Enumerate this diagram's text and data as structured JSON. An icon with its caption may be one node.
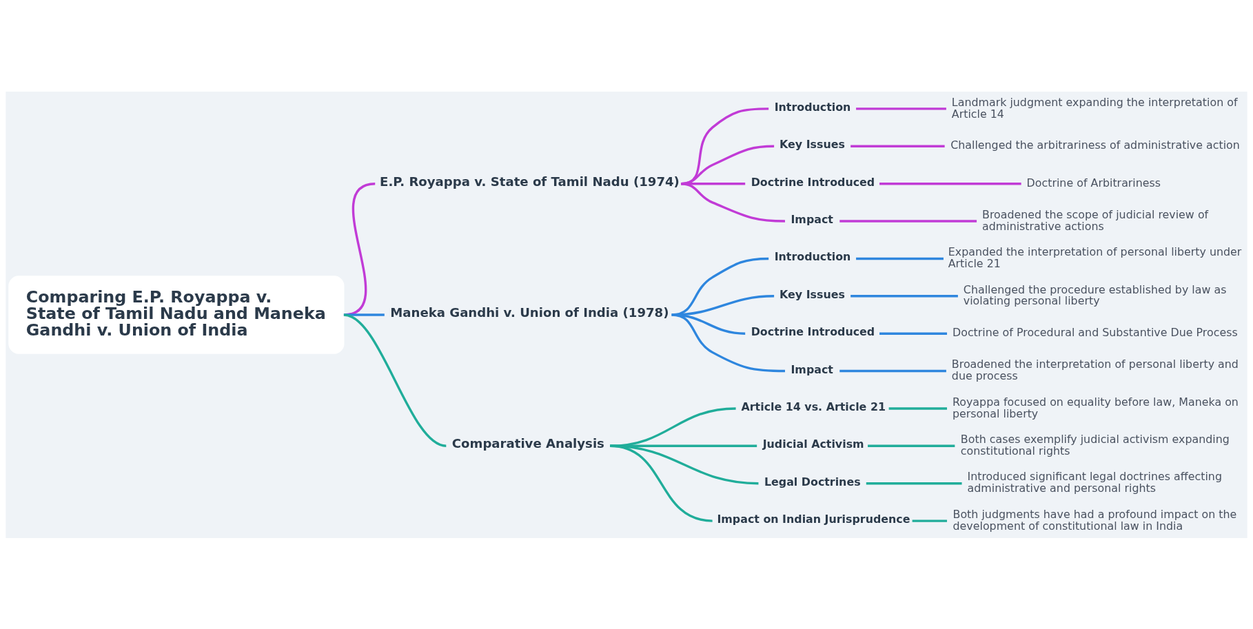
{
  "diagram": {
    "nodes": [
      {
        "text": [
          "Comparing E.P. Royappa v. State of Tamil Nadu and Maneka Gandhi v. Union of India"
        ]
      },
      {
        "text": [
          "E.P. Royappa v. State of Tamil Nadu (1974)"
        ]
      },
      {
        "text": [
          "Introduction"
        ]
      },
      {
        "text": [
          "Landmark judgment expanding the interpretation of Article 14"
        ]
      },
      {
        "text": [
          "Key Issues"
        ]
      },
      {
        "text": [
          "Challenged the arbitrariness of administrative action"
        ]
      },
      {
        "text": [
          "Doctrine Introduced"
        ]
      },
      {
        "text": [
          "Doctrine of Arbitrariness"
        ]
      },
      {
        "text": [
          "Impact"
        ]
      },
      {
        "text": [
          "Broadened the scope of judicial review of administrative actions"
        ]
      },
      {
        "text": [
          "Maneka Gandhi v. Union of India (1978)"
        ]
      },
      {
        "text": [
          "Introduction"
        ]
      },
      {
        "text": [
          "Expanded the interpretation of personal liberty under Article 21"
        ]
      },
      {
        "text": [
          "Key Issues"
        ]
      },
      {
        "text": [
          "Challenged the procedure established by law as violating personal liberty"
        ]
      },
      {
        "text": [
          "Doctrine Introduced"
        ]
      },
      {
        "text": [
          "Doctrine of Procedural and Substantive Due Process"
        ]
      },
      {
        "text": [
          "Impact"
        ]
      },
      {
        "text": [
          "Broadened the interpretation of personal liberty and due process"
        ]
      },
      {
        "text": [
          "Comparative Analysis"
        ]
      },
      {
        "text": [
          "Article 14 vs. Article 21"
        ]
      },
      {
        "text": [
          "Royappa focused on equality before law, Maneka on personal liberty"
        ]
      },
      {
        "text": [
          "Judicial Activism"
        ]
      },
      {
        "text": [
          "Both cases exemplify judicial activism expanding constitutional rights"
        ]
      },
      {
        "text": [
          "Legal Doctrines"
        ]
      },
      {
        "text": [
          "Introduced significant legal doctrines affecting administrative and personal rights"
        ]
      },
      {
        "text": [
          "Impact on Indian Jurisprudence"
        ]
      },
      {
        "text": [
          "Both judgments have had a profound impact on the development of constitutional law in India"
        ]
      }
    ],
    "edges": [
      {
        "from": 0,
        "to": 1,
        "arrow": "none",
        "color": "#c13bd6"
      },
      {
        "from": 1,
        "to": 2,
        "arrow": "none",
        "color": "#c13bd6"
      },
      {
        "from": 2,
        "to": 3,
        "arrow": "none",
        "color": "#c13bd6"
      },
      {
        "from": 1,
        "to": 4,
        "arrow": "none",
        "color": "#c13bd6"
      },
      {
        "from": 4,
        "to": 5,
        "arrow": "none",
        "color": "#c13bd6"
      },
      {
        "from": 1,
        "to": 6,
        "arrow": "none",
        "color": "#c13bd6"
      },
      {
        "from": 6,
        "to": 7,
        "arrow": "none",
        "color": "#c13bd6"
      },
      {
        "from": 1,
        "to": 8,
        "arrow": "none",
        "color": "#c13bd6"
      },
      {
        "from": 8,
        "to": 9,
        "arrow": "none",
        "color": "#c13bd6"
      },
      {
        "from": 0,
        "to": 10,
        "arrow": "none",
        "color": "#2e86de"
      },
      {
        "from": 10,
        "to": 11,
        "arrow": "none",
        "color": "#2e86de"
      },
      {
        "from": 11,
        "to": 12,
        "arrow": "none",
        "color": "#2e86de"
      },
      {
        "from": 10,
        "to": 13,
        "arrow": "none",
        "color": "#2e86de"
      },
      {
        "from": 13,
        "to": 14,
        "arrow": "none",
        "color": "#2e86de"
      },
      {
        "from": 10,
        "to": 15,
        "arrow": "none",
        "color": "#2e86de"
      },
      {
        "from": 15,
        "to": 16,
        "arrow": "none",
        "color": "#2e86de"
      },
      {
        "from": 10,
        "to": 17,
        "arrow": "none",
        "color": "#2e86de"
      },
      {
        "from": 17,
        "to": 18,
        "arrow": "none",
        "color": "#2e86de"
      },
      {
        "from": 0,
        "to": 19,
        "arrow": "none",
        "color": "#20ad9a"
      },
      {
        "from": 19,
        "to": 20,
        "arrow": "none",
        "color": "#20ad9a"
      },
      {
        "from": 20,
        "to": 21,
        "arrow": "none",
        "color": "#20ad9a"
      },
      {
        "from": 19,
        "to": 22,
        "arrow": "none",
        "color": "#20ad9a"
      },
      {
        "from": 22,
        "to": 23,
        "arrow": "none",
        "color": "#20ad9a"
      },
      {
        "from": 19,
        "to": 24,
        "arrow": "none",
        "color": "#20ad9a"
      },
      {
        "from": 24,
        "to": 25,
        "arrow": "none",
        "color": "#20ad9a"
      },
      {
        "from": 19,
        "to": 26,
        "arrow": "none",
        "color": "#20ad9a"
      },
      {
        "from": 26,
        "to": 27,
        "arrow": "none",
        "color": "#20ad9a"
      }
    ]
  }
}
